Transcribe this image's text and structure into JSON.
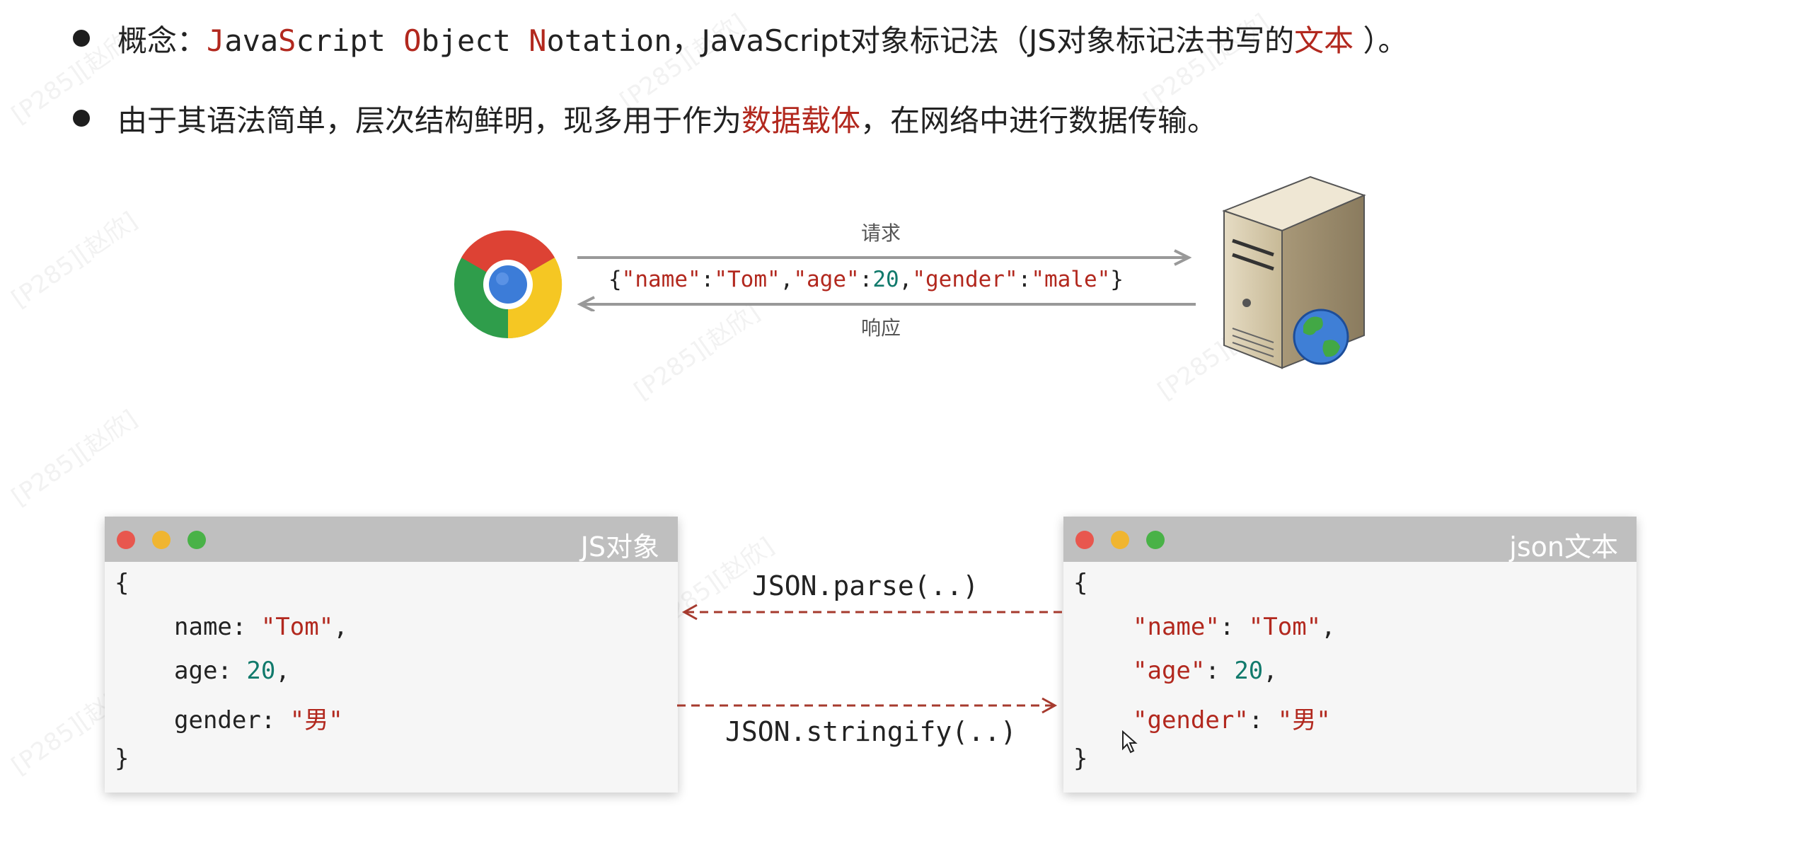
{
  "bullets": {
    "line1": {
      "label": "概念：",
      "p1": "J",
      "p2": "ava",
      "p3": "S",
      "p4": "cript ",
      "p5": "O",
      "p6": "bject ",
      "p7": "N",
      "p8": "otation",
      "p9": "，JavaScript对象标记法（JS对象标记法书写的",
      "p10": "文本",
      "p11": " ）。"
    },
    "line2": {
      "p1": "由于其语法简单，层次结构鲜明，现多用于作为",
      "p2": "数据载体",
      "p3": "，在网络中进行数据传输。"
    }
  },
  "diagram": {
    "request_label": "请求",
    "response_label": "响应",
    "json_text": "{\"name\":\"Tom\",\"age\":20,\"gender\":\"male\"}",
    "json_parts": {
      "open": "{",
      "k1": "\"name\"",
      "c1": ":",
      "v1": "\"Tom\"",
      "s1": ",",
      "k2": "\"age\"",
      "c2": ":",
      "v2": "20",
      "s2": ",",
      "k3": "\"gender\"",
      "c3": ":",
      "v3": "\"male\"",
      "close": "}"
    }
  },
  "js_window": {
    "title": "JS对象",
    "open": "{",
    "line1": {
      "key": "name: ",
      "value": "\"Tom\"",
      "sep": ","
    },
    "line2": {
      "key": "age: ",
      "value": "20",
      "sep": ","
    },
    "line3": {
      "key": "gender: ",
      "value": "\"男\""
    },
    "close": "}"
  },
  "json_window": {
    "title": "json文本",
    "open": "{",
    "line1": {
      "key": "\"name\"",
      "colon": ": ",
      "value": "\"Tom\"",
      "sep": ","
    },
    "line2": {
      "key": "\"age\"",
      "colon": ": ",
      "value": "20",
      "sep": ","
    },
    "line3": {
      "key": "\"gender\"",
      "colon": ": ",
      "value": "\"男\""
    },
    "close": "}"
  },
  "methods": {
    "parse": "JSON.parse(..)",
    "stringify": "JSON.stringify(..)"
  },
  "watermark": "[P285][赵欣]",
  "colors": {
    "accent_red": "#b2281e",
    "number_teal": "#117a6c",
    "titlebar_gray": "#bfbfbf"
  }
}
